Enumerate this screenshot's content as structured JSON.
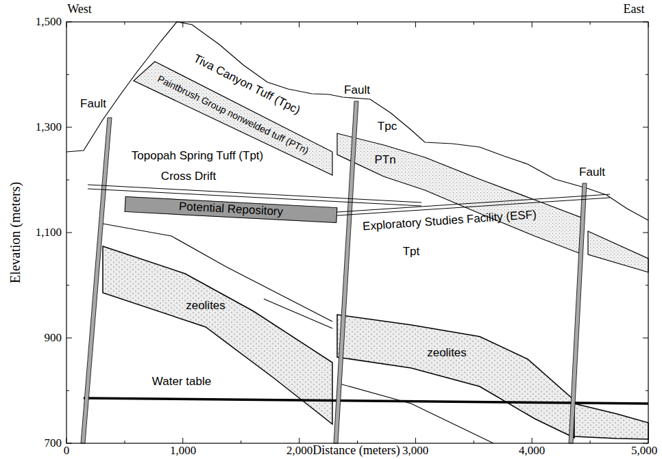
{
  "diagram": {
    "nodes": [
      {
        "text": [
          "Potential Repository"
        ]
      }
    ],
    "labels": [
      "West",
      "East",
      "1,500",
      "1,300",
      "1,100",
      "900",
      "700",
      "Elevation (meters)",
      "0",
      "1,000",
      "2,000",
      "3,000",
      "4,000",
      "5,000",
      "Distance (meters)",
      "Fault",
      "Fault",
      "Fault",
      "Tiva Canyon Tuff (Tpc)",
      "Paintbrush Group nonwelded tuff (PTn)",
      "Topopah Spring Tuff (Tpt)",
      "Tpc",
      "PTn",
      "Cross Drift",
      "Exploratory Studies Facility (ESF)",
      "Tpt",
      "zeolites",
      "zeolites",
      "Water table"
    ]
  }
}
